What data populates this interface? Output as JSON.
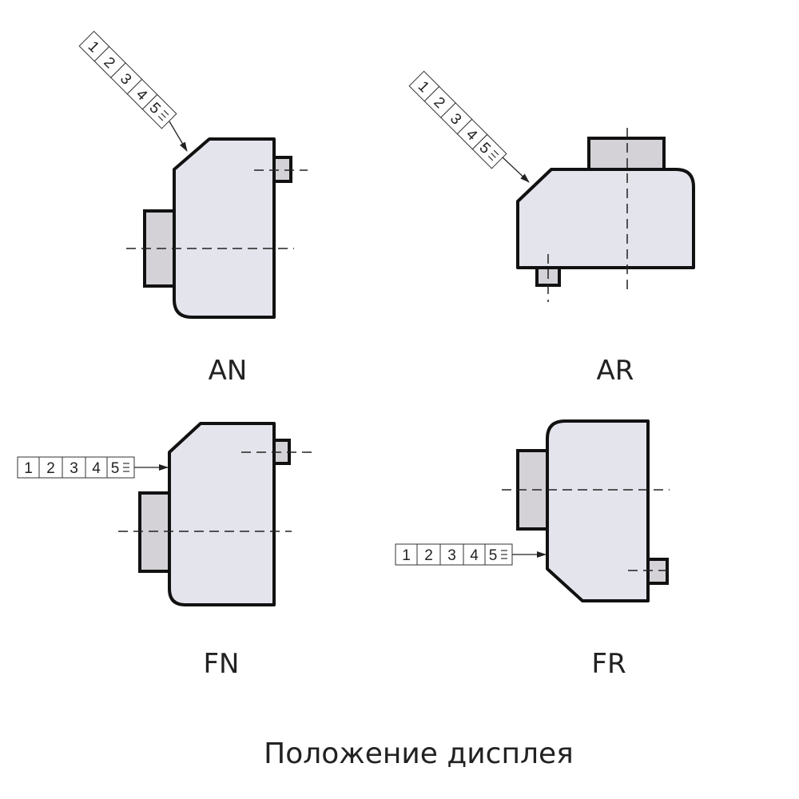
{
  "diagrams": [
    {
      "id": "AN",
      "label": "AN"
    },
    {
      "id": "AR",
      "label": "AR"
    },
    {
      "id": "FN",
      "label": "FN"
    },
    {
      "id": "FR",
      "label": "FR"
    }
  ],
  "display_digits": [
    "1",
    "2",
    "3",
    "4",
    "5"
  ],
  "caption": "Положение дисплея",
  "colors": {
    "body": "#e3e4ec",
    "block": "#d4d2d7",
    "outline": "#111111"
  }
}
